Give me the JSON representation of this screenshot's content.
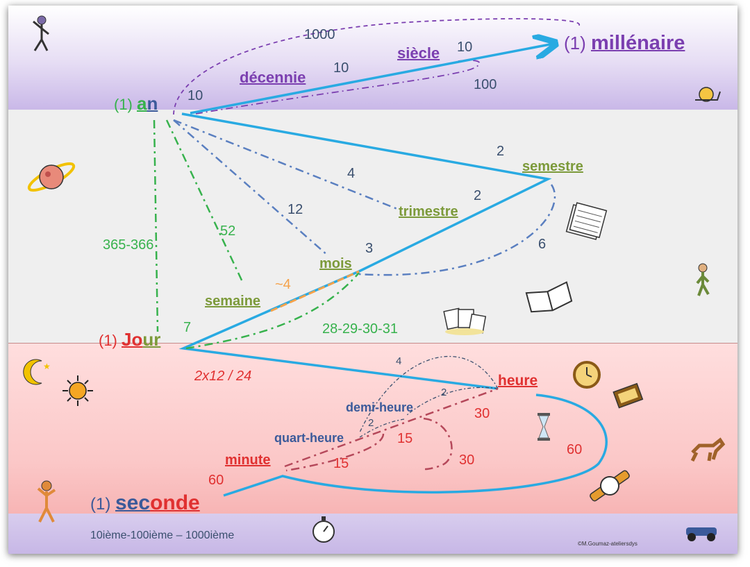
{
  "units": {
    "an": {
      "prefix": "(1) ",
      "a": "a",
      "n": "n"
    },
    "millenaire": {
      "prefix": "(1) ",
      "word": "millénaire"
    },
    "jour": {
      "prefix": "(1) ",
      "jo": "Jo",
      "ur": "ur"
    },
    "seconde": {
      "prefix": "(1) ",
      "sec": "sec",
      "onde": "onde"
    },
    "decennie": "décennie",
    "siecle": "siècle",
    "semestre": "semestre",
    "trimestre": "trimestre",
    "mois": "mois",
    "semaine": "semaine",
    "heure": "heure",
    "demi_heure": "demi-heure",
    "quart_heure": "quart-heure",
    "minute": "minute"
  },
  "numbers": {
    "n1000": "1000",
    "n10_siecle": "10",
    "n10_decennie": "10",
    "n100": "100",
    "n10_an": "10",
    "n2_semestre": "2",
    "n4_trimestre": "4",
    "n2_trimestre": "2",
    "n12": "12",
    "n52": "52",
    "n6": "6",
    "n3": "3",
    "n365": "365-366",
    "n_approx4": "~4",
    "n7": "7",
    "n28": "28-29-30-31",
    "n2x12": "2x12 / 24",
    "n4_heure": "4",
    "n2_demi": "2",
    "n2_quart": "2",
    "n30_a": "30",
    "n15_a": "15",
    "n15_b": "15",
    "n30_b": "30",
    "n60_heure": "60",
    "n60_minute": "60"
  },
  "footer": {
    "fractions": "10ième-100ième – 1000ième",
    "credit": "©M.Goumaz-ateliersdys"
  },
  "colors": {
    "blue_line": "#29aae2",
    "purple_dash": "#7b3fb0",
    "green_dash": "#37b24d",
    "steel_dash": "#5a7fc0",
    "orange_dash": "#f5a24a",
    "red_dash": "#b5485a",
    "red_text": "#e03131",
    "olive_text": "#7c9a3a"
  }
}
